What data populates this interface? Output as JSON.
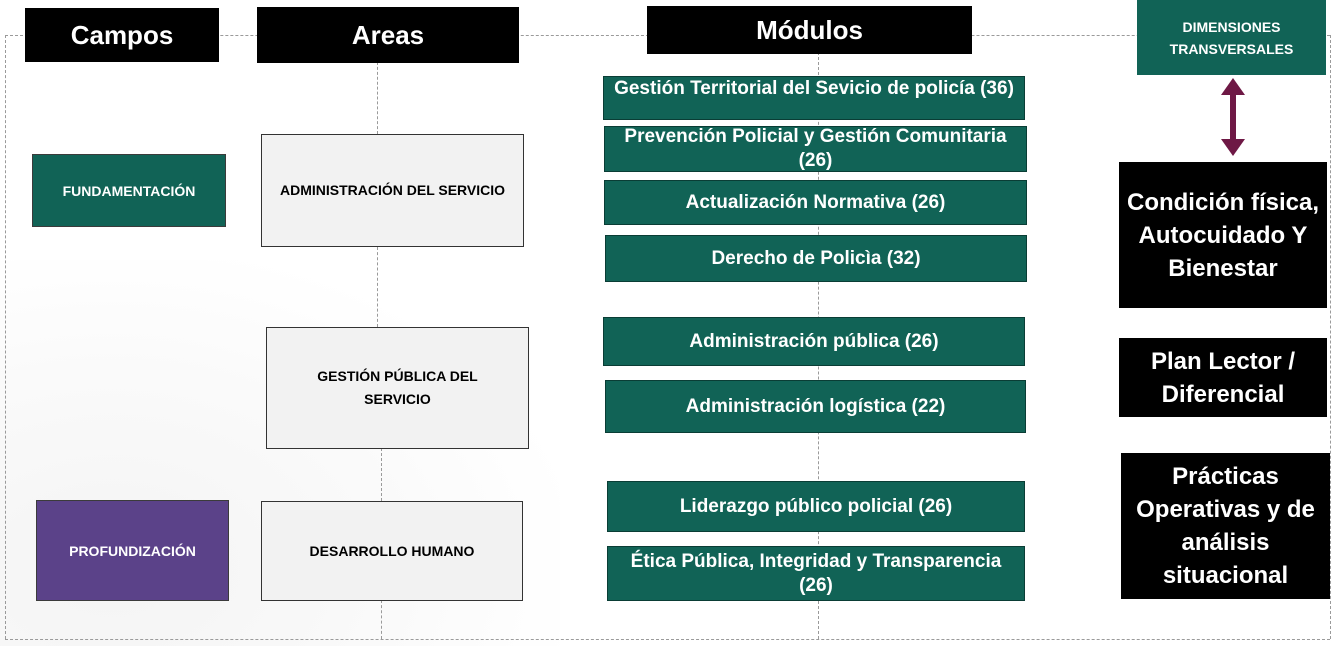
{
  "headers": {
    "campos": "Campos",
    "areas": "Areas",
    "modulos": "Módulos",
    "dimensiones": "DIMENSIONES TRANSVERSALES"
  },
  "campos": {
    "fundamentacion": "FUNDAMENTACIÓN",
    "profundizacion": "PROFUNDIZACIÓN"
  },
  "areas": {
    "administracion": "ADMINISTRACIÓN DEL SERVICIO",
    "gestion": "GESTIÓN PÚBLICA  DEL SERVICIO",
    "desarrollo": "DESARROLLO HUMANO"
  },
  "modulos": [
    "Gestión Territorial del Sevicio de policía (36)",
    "Prevención Policial y Gestión Comunitaria (26)",
    "Actualización Normativa (26)",
    "Derecho de Policìa (32)",
    "Administración pública (26)",
    "Administración logística  (22)",
    "Liderazgo público policial (26)",
    "Ética Pública, Integridad y Transparencia (26)"
  ],
  "dimensiones": [
    "Condición física, Autocuidado Y Bienestar",
    "Plan Lector / Diferencial",
    "Prácticas Operativas y de análisis situacional"
  ],
  "colors": {
    "teal": "#116356",
    "purple": "#5b4289",
    "black": "#000000",
    "arrow": "#6e1845",
    "area_fill": "#f2f2f2"
  },
  "icons": {
    "connector": "double-headed-arrow-icon"
  }
}
